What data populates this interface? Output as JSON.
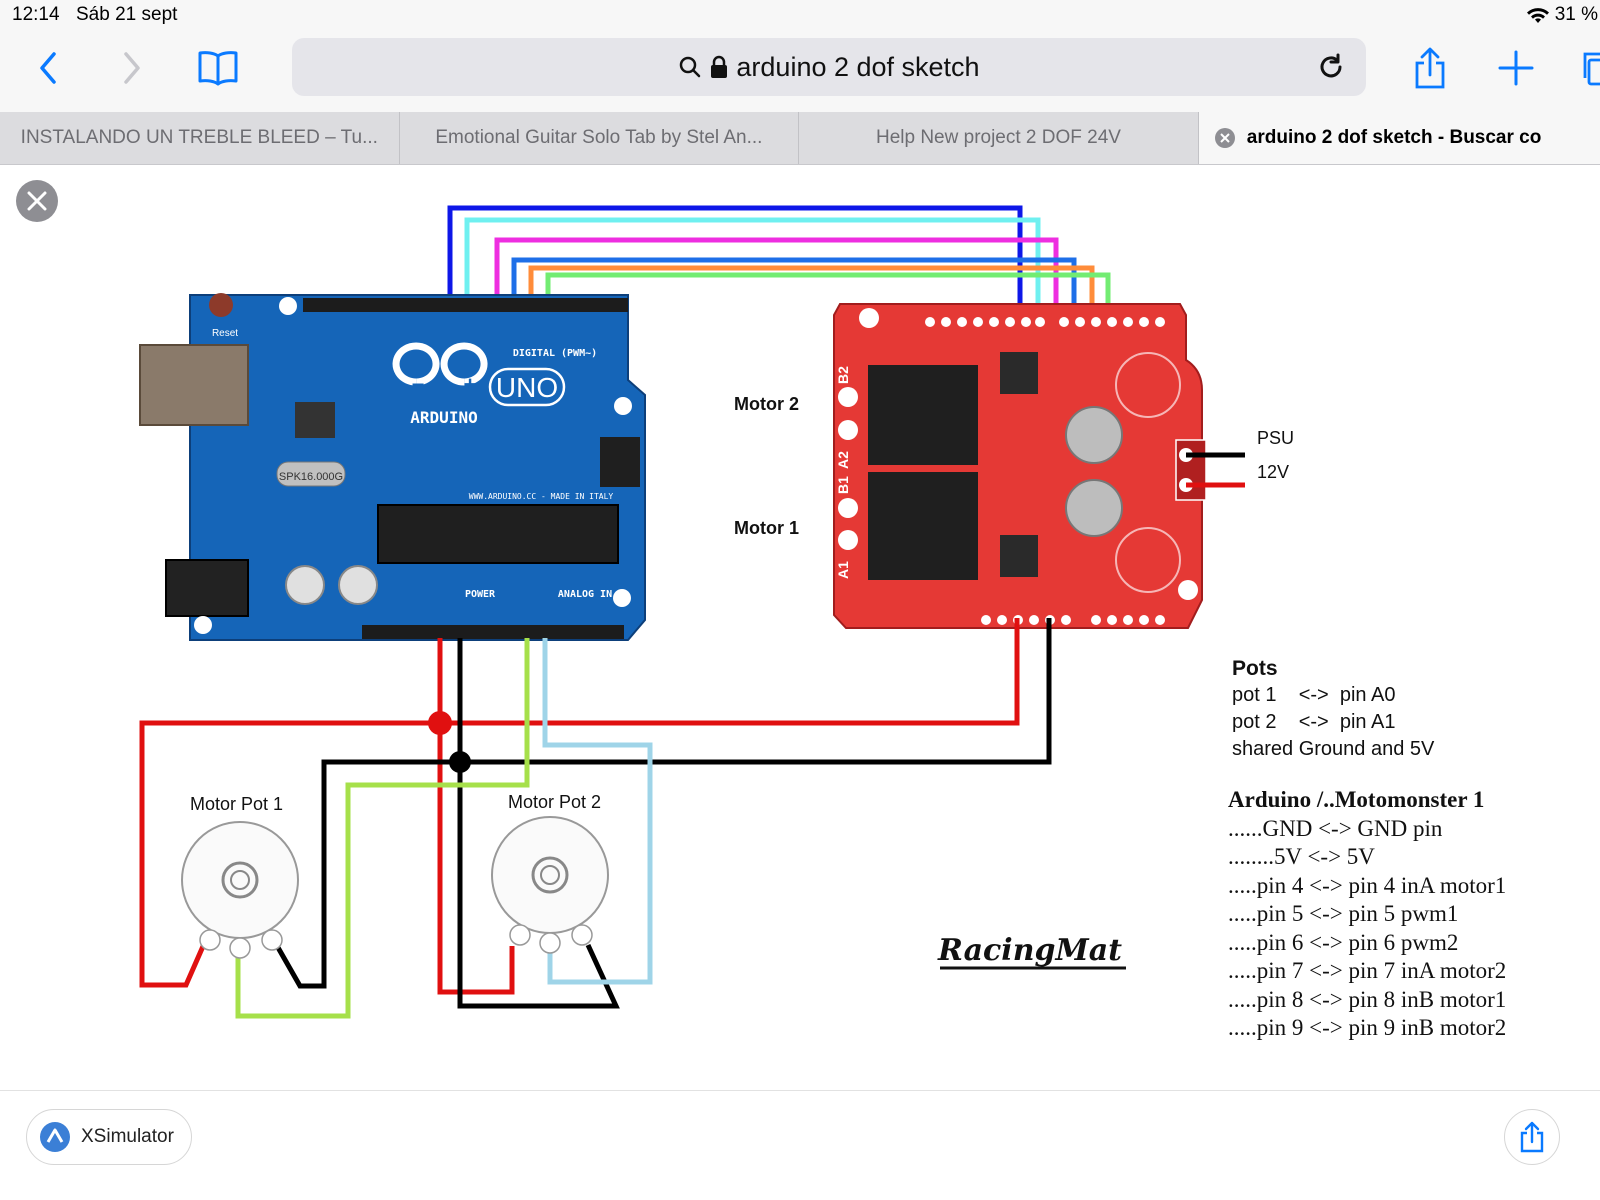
{
  "status": {
    "time": "12:14",
    "date": "Sáb 21 sept",
    "battery": "31 %"
  },
  "toolbar": {
    "url": "arduino 2 dof sketch"
  },
  "tabs": [
    {
      "label": "INSTALANDO UN TREBLE BLEED – Tu..."
    },
    {
      "label": "Emotional Guitar Solo Tab by Stel An..."
    },
    {
      "label": "Help New project 2 DOF 24V"
    },
    {
      "label": "arduino 2 dof sketch - Buscar co"
    }
  ],
  "diagram": {
    "board1": {
      "brand": "ARDUINO",
      "model": "UNO",
      "reset": "Reset",
      "digital": "DIGITAL (PWM~)",
      "power": "POWER",
      "analog": "ANALOG IN",
      "web": "WWW.ARDUINO.CC - MADE IN ITALY",
      "xtal": "SPK16.000G"
    },
    "board2": {
      "a1": "A1",
      "b1": "B1",
      "a2": "A2",
      "b2": "B2"
    },
    "motor2": "Motor 2",
    "motor1": "Motor 1",
    "psu": "PSU",
    "volt": "12V",
    "pot1": "Motor Pot 1",
    "pot2": "Motor Pot 2",
    "logo": "RacingMat"
  },
  "notes": {
    "pots_title": "Pots",
    "pots_lines": [
      "pot 1    <->  pin A0",
      "pot 2    <->  pin A1",
      "shared Ground and 5V"
    ],
    "mm_title": "Arduino /..Motomonster 1",
    "mm_lines": [
      "......GND <-> GND pin",
      "........5V <-> 5V",
      ".....pin 4 <-> pin 4 inA motor1",
      ".....pin 5 <-> pin 5 pwm1",
      ".....pin 6 <-> pin 6 pwm2",
      ".....pin 7 <-> pin 7 inA motor2",
      ".....pin 8 <-> pin 8 inB motor1",
      ".....pin 9 <-> pin 9 inB motor2"
    ]
  },
  "bottom": {
    "source": "XSimulator"
  },
  "colors": {
    "accent": "#0a7aff",
    "uno": "#1565b8",
    "monster": "#e53935"
  }
}
